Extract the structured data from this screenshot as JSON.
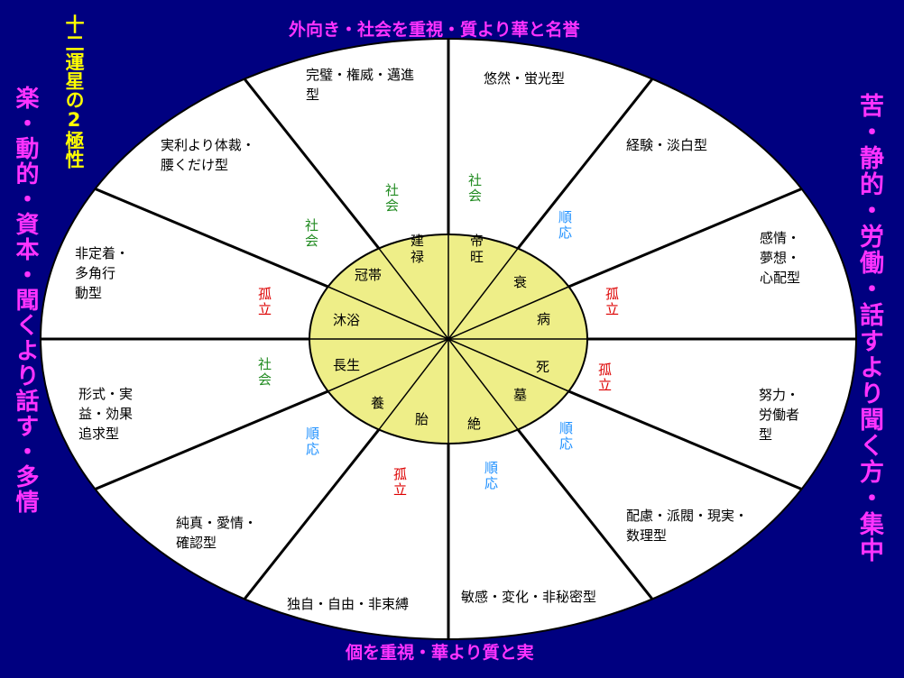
{
  "texts": {
    "top": "外向き・社会を重視・質より華と名誉",
    "bottom": "個を重視・華より質と実",
    "left": "楽・動的・資本・聞くより話す・多情",
    "right": "苦・静的・労働・話すより聞く方・集中",
    "title": "十二運星の2極性"
  },
  "outer_segments": [
    {
      "text": "完璧・権威・邁進\n型"
    },
    {
      "text": "悠然・蛍光型"
    },
    {
      "text": "経験・淡白型"
    },
    {
      "text": "感情・\n夢想・\n心配型"
    },
    {
      "text": "努力・\n労働者\n型"
    },
    {
      "text": "配慮・派閥・現実・\n数理型"
    },
    {
      "text": "敏感・変化・非秘密型"
    },
    {
      "text": "独自・自由・非束縛"
    },
    {
      "text": "純真・愛情・\n確認型"
    },
    {
      "text": "形式・実\n益・効果\n追求型"
    },
    {
      "text": "非定着・\n多角行\n動型"
    },
    {
      "text": "実利より体裁・\n腰くだけ型"
    }
  ],
  "relations": [
    {
      "text": "社会",
      "color": "#228B22"
    },
    {
      "text": "社会",
      "color": "#228B22"
    },
    {
      "text": "順応",
      "color": "#1E90FF"
    },
    {
      "text": "孤立",
      "color": "#DD0000"
    },
    {
      "text": "孤立",
      "color": "#DD0000"
    },
    {
      "text": "順応",
      "color": "#1E90FF"
    },
    {
      "text": "順応",
      "color": "#1E90FF"
    },
    {
      "text": "孤立",
      "color": "#DD0000"
    },
    {
      "text": "順応",
      "color": "#1E90FF"
    },
    {
      "text": "社会",
      "color": "#228B22"
    },
    {
      "text": "孤立",
      "color": "#DD0000"
    },
    {
      "text": "社会",
      "color": "#228B22"
    }
  ],
  "inner_stars": [
    {
      "text": "建禄"
    },
    {
      "text": "帝旺"
    },
    {
      "text": "衰"
    },
    {
      "text": "病"
    },
    {
      "text": "死"
    },
    {
      "text": "墓"
    },
    {
      "text": "絶"
    },
    {
      "text": "胎"
    },
    {
      "text": "養"
    },
    {
      "text": "長生"
    },
    {
      "text": "沐浴"
    },
    {
      "text": "冠帯"
    }
  ],
  "colors": {
    "background": "#000080",
    "outer_fill": "#ffffff",
    "inner_fill": "#eeee88",
    "side_text": "#ff33ff",
    "title_text": "#ffff00"
  }
}
